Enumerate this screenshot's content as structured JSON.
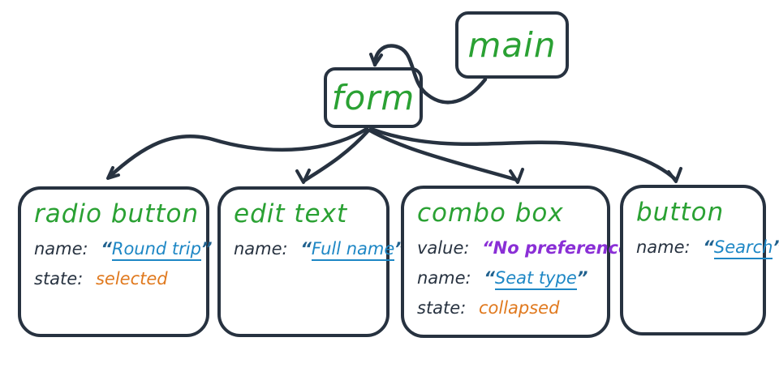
{
  "palette": {
    "ink": "#273240",
    "green": "#2aa133",
    "blue": "#1e87c5",
    "blue_dark": "#20618e",
    "purple": "#8a2fd6",
    "orange": "#e0791e"
  },
  "punctuation": {
    "open_quote": "“",
    "close_quote": "”"
  },
  "tree": {
    "root": {
      "label": "main"
    },
    "form": {
      "label": "form"
    },
    "children": [
      {
        "title": "radio button",
        "props": [
          {
            "key": "name:",
            "value": "Round trip"
          },
          {
            "key": "state:",
            "value": "selected"
          }
        ]
      },
      {
        "title": "edit text",
        "props": [
          {
            "key": "name:",
            "value": "Full name"
          }
        ]
      },
      {
        "title": "combo box",
        "props": [
          {
            "key": "value:",
            "value": "No preference"
          },
          {
            "key": "name:",
            "value": "Seat type"
          },
          {
            "key": "state:",
            "value": "collapsed"
          }
        ]
      },
      {
        "title": "button",
        "props": [
          {
            "key": "name:",
            "value": "Search"
          }
        ]
      }
    ]
  }
}
